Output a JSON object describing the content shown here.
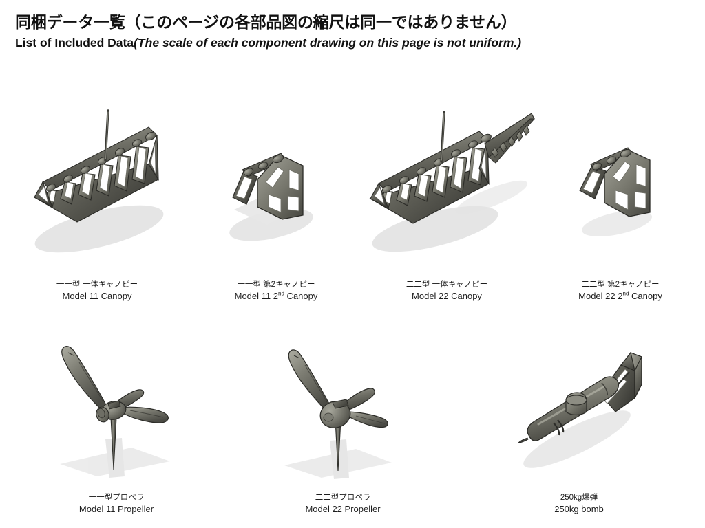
{
  "header": {
    "title_jp": "同梱データ一覧（このページの各部品図の縮尺は同一ではありません）",
    "title_en_main": "List of Included Data",
    "title_en_note": "(The scale of each component drawing on this page is not uniform.)"
  },
  "colors": {
    "background": "#ffffff",
    "text": "#1a1a1a",
    "metal_light": "#8e8e85",
    "metal_mid": "#6a6a61",
    "metal_dark": "#4a4a44",
    "metal_edge": "#2e2e2a",
    "shadow": "#d9d9d9"
  },
  "rows": [
    {
      "row_id": "canopies",
      "items": [
        {
          "id": "model-11-canopy",
          "label_jp": "一一型 一体キャノピー",
          "label_en": "Model 11 Canopy",
          "label_en_pre": "Model 11 Canopy",
          "label_en_sup": "",
          "label_en_post": "",
          "icon": "canopy-frame-full-model11"
        },
        {
          "id": "model-11-2nd-canopy",
          "label_jp": "一一型 第2キャノピー",
          "label_en": "Model 11 2nd Canopy",
          "label_en_pre": "Model 11 2",
          "label_en_sup": "nd",
          "label_en_post": " Canopy",
          "icon": "canopy-frame-section-model11"
        },
        {
          "id": "model-22-canopy",
          "label_jp": "二二型 一体キャノピー",
          "label_en": "Model 22 Canopy",
          "label_en_pre": "Model 22 Canopy",
          "label_en_sup": "",
          "label_en_post": "",
          "icon": "canopy-frame-full-model22"
        },
        {
          "id": "model-22-2nd-canopy",
          "label_jp": "二二型 第2キャノピー",
          "label_en": "Model 22 2nd Canopy",
          "label_en_pre": "Model 22 2",
          "label_en_sup": "nd",
          "label_en_post": " Canopy",
          "icon": "canopy-frame-section-model22"
        }
      ]
    },
    {
      "row_id": "propellers-and-bomb",
      "items": [
        {
          "id": "model-11-propeller",
          "label_jp": "一一型プロペラ",
          "label_en": "Model 11 Propeller",
          "label_en_pre": "Model 11 Propeller",
          "label_en_sup": "",
          "label_en_post": "",
          "icon": "three-blade-propeller-model11"
        },
        {
          "id": "model-22-propeller",
          "label_jp": "二二型プロペラ",
          "label_en": "Model 22 Propeller",
          "label_en_pre": "Model 22 Propeller",
          "label_en_sup": "",
          "label_en_post": "",
          "icon": "three-blade-propeller-model22"
        },
        {
          "id": "250kg-bomb",
          "label_jp": "250kg爆弾",
          "label_en": "250kg bomb",
          "label_en_pre": "250kg bomb",
          "label_en_sup": "",
          "label_en_post": "",
          "icon": "aerial-bomb-250kg"
        }
      ]
    }
  ]
}
